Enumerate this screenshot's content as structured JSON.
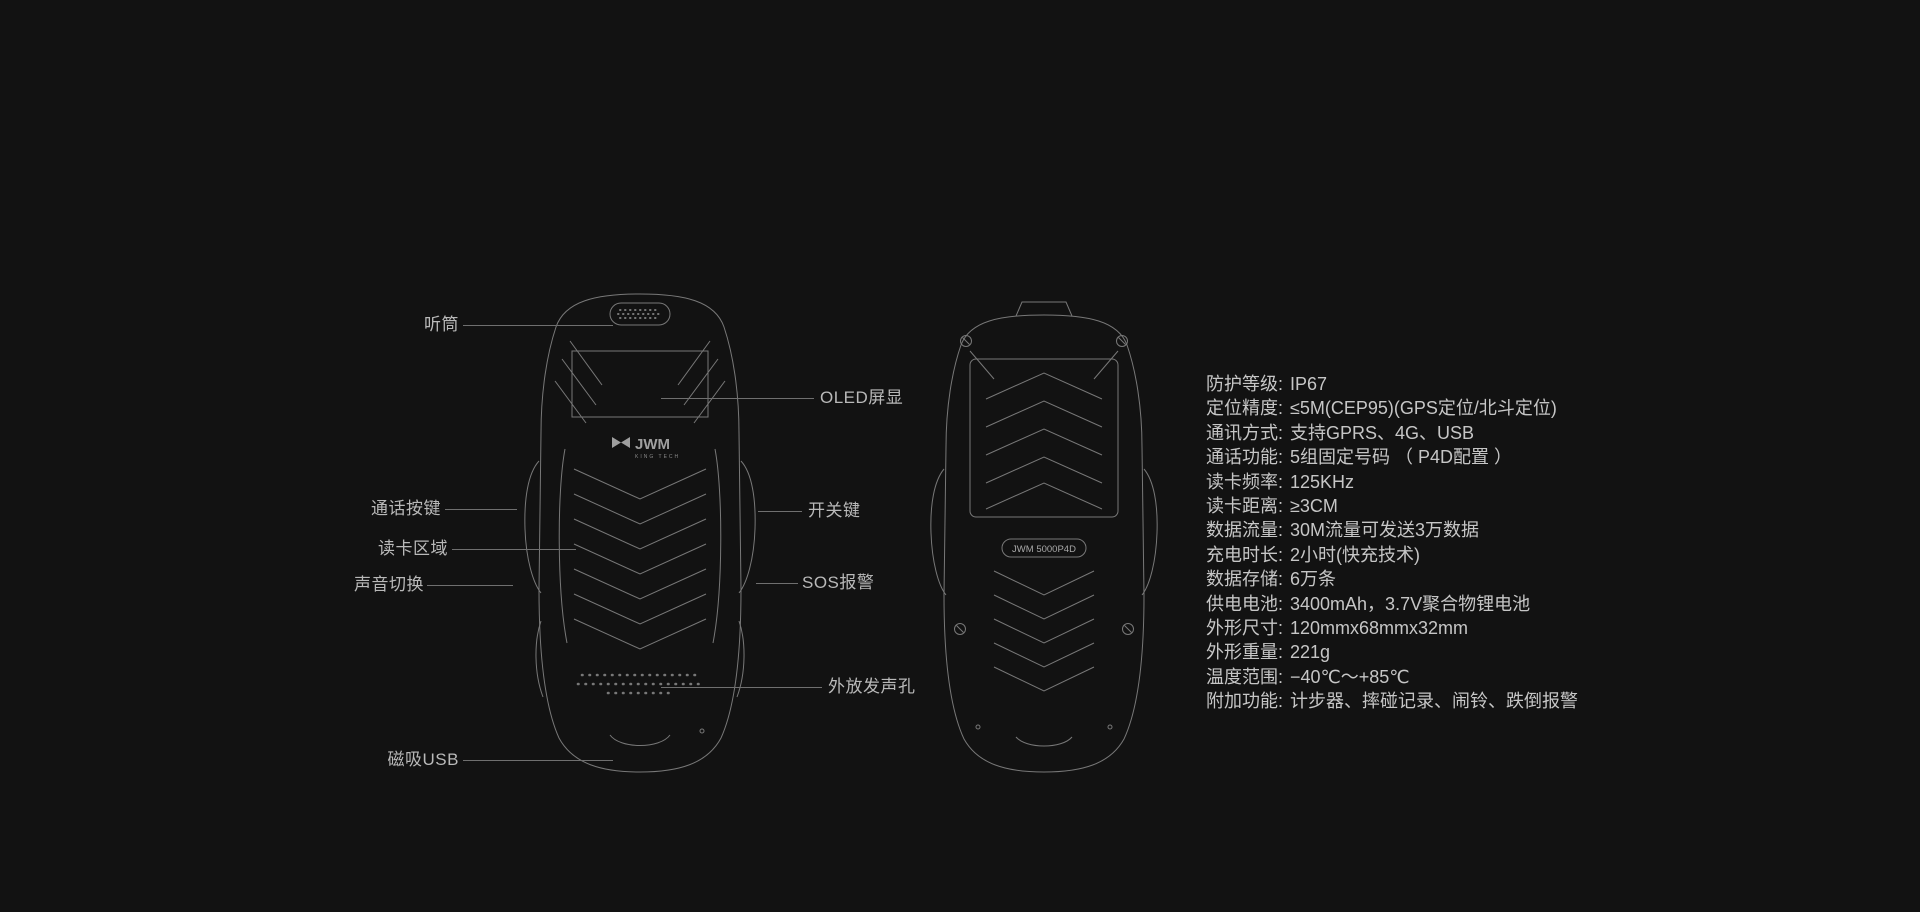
{
  "colors": {
    "background": "#121212",
    "label_text": "#b9b9b9",
    "spec_text": "#c6c6c6",
    "callout_line": "#6f6f6f",
    "device_outline": "#787878"
  },
  "front_device": {
    "logo_text": "JWM",
    "logo_subtext": "KING TECH",
    "callouts": {
      "earpiece": "听筒",
      "oled_display": "OLED屏显",
      "call_button": "通话按键",
      "card_reading_area": "读卡区域",
      "sound_switch": "声音切换",
      "power_button": "开关键",
      "sos_alarm": "SOS报警",
      "speaker_holes": "外放发声孔",
      "magnetic_usb": "磁吸USB"
    }
  },
  "back_device": {
    "model_label": "JWM 5000P4D"
  },
  "specs": [
    {
      "label": "防护等级:",
      "value": "IP67"
    },
    {
      "label": "定位精度:",
      "value": "≤5M(CEP95)(GPS定位/北斗定位)"
    },
    {
      "label": "通讯方式:",
      "value": "支持GPRS、4G、USB"
    },
    {
      "label": "通话功能:",
      "value": "5组固定号码 （ P4D配置 ）"
    },
    {
      "label": "读卡频率:",
      "value": "125KHz"
    },
    {
      "label": "读卡距离:",
      "value": "≥3CM"
    },
    {
      "label": "数据流量:",
      "value": "30M流量可发送3万数据"
    },
    {
      "label": "充电时长:",
      "value": "2小时(快充技术)"
    },
    {
      "label": "数据存储:",
      "value": "6万条"
    },
    {
      "label": "供电电池:",
      "value": "3400mAh，3.7V聚合物锂电池"
    },
    {
      "label": "外形尺寸:",
      "value": "120mmx68mmx32mm"
    },
    {
      "label": "外形重量:",
      "value": "221g"
    },
    {
      "label": "温度范围:",
      "value": "−40℃～+85℃"
    },
    {
      "label": "附加功能:",
      "value": "计步器、摔碰记录、闹铃、跌倒报警"
    }
  ]
}
